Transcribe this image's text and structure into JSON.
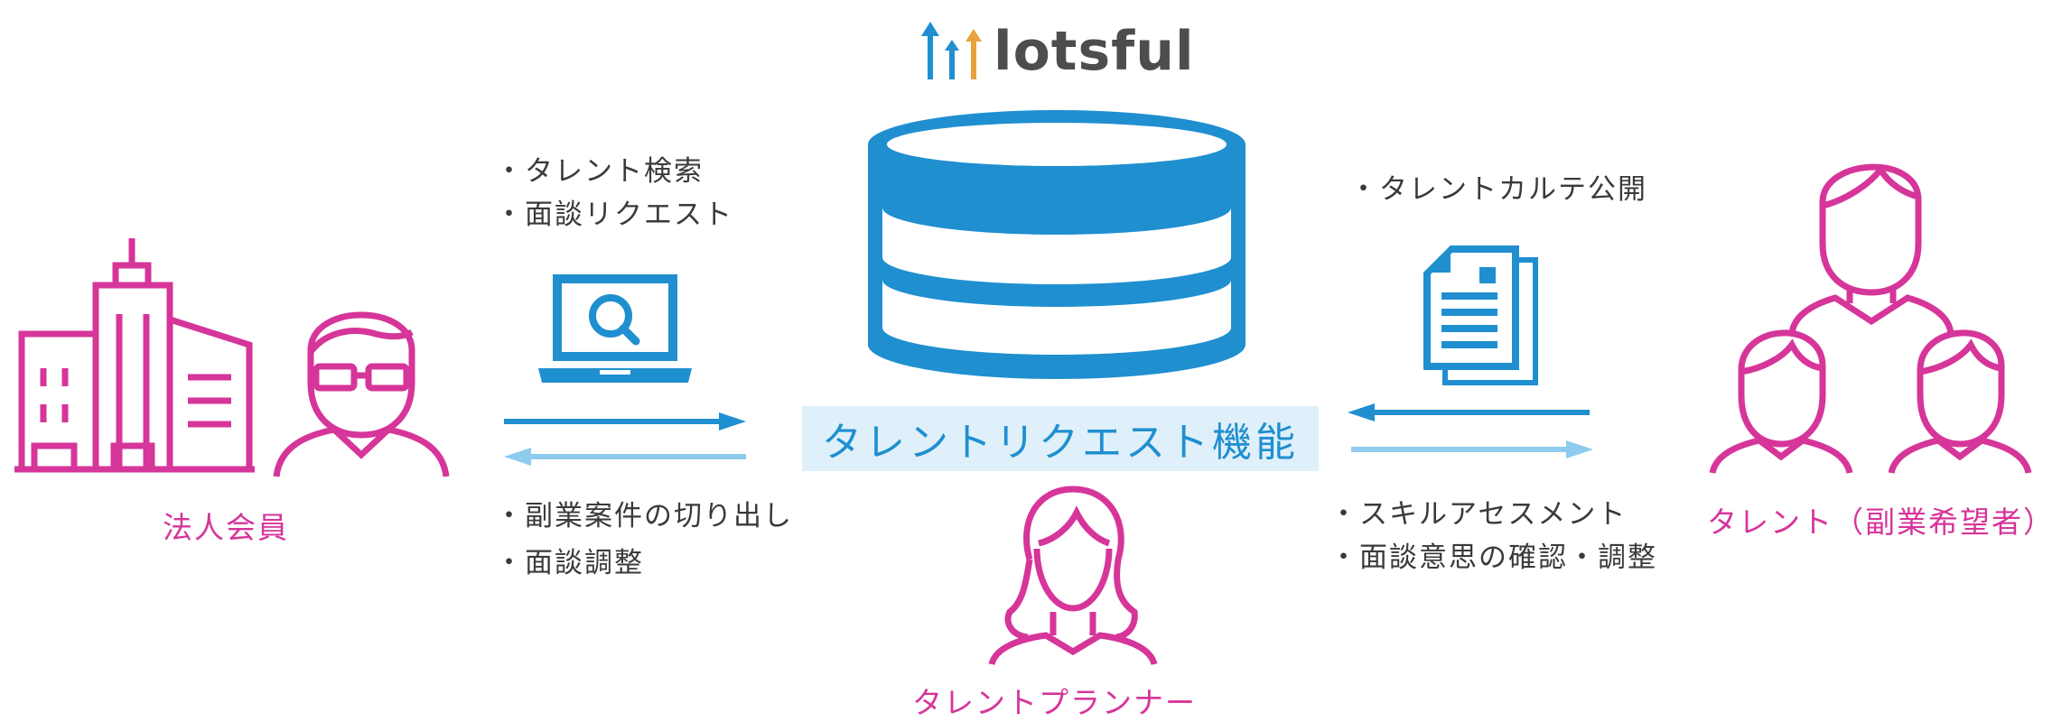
{
  "logo": {
    "text": "lotsful"
  },
  "center": {
    "label": "タレントリクエスト機能"
  },
  "corporate": {
    "label": "法人会員"
  },
  "planner": {
    "label": "タレントプランナー"
  },
  "talent": {
    "label": "タレント（副業希望者）"
  },
  "corporate_to_center": {
    "items": [
      "・タレント検索",
      "・面談リクエスト"
    ]
  },
  "center_to_corporate": {
    "items": [
      "・副業案件の切り出し",
      "・面談調整"
    ]
  },
  "talent_to_center": {
    "items": [
      "・タレントカルテ公開"
    ]
  },
  "center_to_talent": {
    "items": [
      "・スキルアセスメント",
      "・面談意思の確認・調整"
    ]
  },
  "colors": {
    "blue": "#1f8fd0",
    "light_blue": "#8ecbee",
    "pink": "#d6359a",
    "box_bg": "#dff0fa"
  }
}
